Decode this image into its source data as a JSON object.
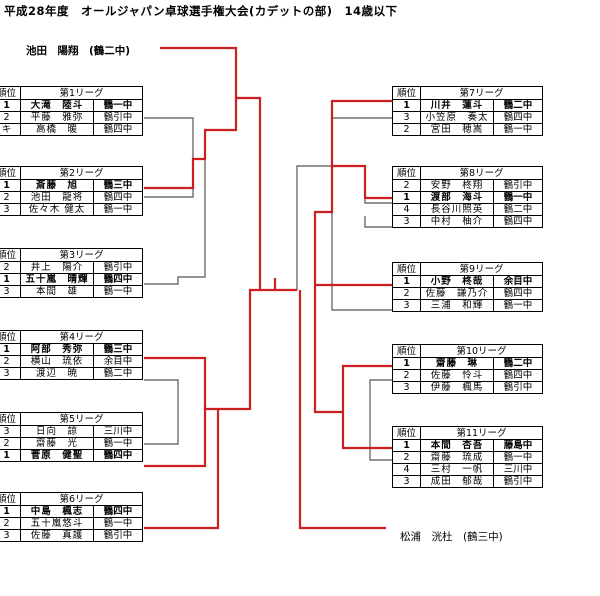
{
  "title": "平成28年度　オールジャパン卓球選手権大会(カデットの部)　14歳以下",
  "seeds": {
    "top_left": "池田　陽翔　(鶴二中)",
    "bottom_right": "松浦　洸杜　(鶴三中)"
  },
  "rank_header": "順位",
  "leagues": [
    {
      "name": "第1リーグ",
      "rows": [
        {
          "rank": "1",
          "name": "大滝　陸斗",
          "school": "鶴一中"
        },
        {
          "rank": "2",
          "name": "平藤　雅弥",
          "school": "鶴引中"
        },
        {
          "rank": "キ",
          "name": "高橋　暖",
          "school": "鶴四中"
        }
      ]
    },
    {
      "name": "第2リーグ",
      "rows": [
        {
          "rank": "1",
          "name": "斎藤　旭",
          "school": "鶴三中"
        },
        {
          "rank": "2",
          "name": "池田　龍将",
          "school": "鶴四中"
        },
        {
          "rank": "3",
          "name": "佐々木 健太",
          "school": "鶴一中"
        }
      ]
    },
    {
      "name": "第3リーグ",
      "rows": [
        {
          "rank": "2",
          "name": "井上　陽介",
          "school": "鶴引中"
        },
        {
          "rank": "1",
          "name": "五十嵐　晴輝",
          "school": "鶴四中"
        },
        {
          "rank": "3",
          "name": "本間　雄",
          "school": "鶴一中"
        }
      ]
    },
    {
      "name": "第4リーグ",
      "rows": [
        {
          "rank": "1",
          "name": "阿部　秀弥",
          "school": "鶴三中"
        },
        {
          "rank": "2",
          "name": "横山　琉依",
          "school": "余目中"
        },
        {
          "rank": "3",
          "name": "渡辺　暁",
          "school": "鶴二中"
        }
      ]
    },
    {
      "name": "第5リーグ",
      "rows": [
        {
          "rank": "3",
          "name": "日向　諒",
          "school": "三川中"
        },
        {
          "rank": "2",
          "name": "齋藤　光",
          "school": "鶴一中"
        },
        {
          "rank": "1",
          "name": "菅原　健聖",
          "school": "鶴四中"
        }
      ]
    },
    {
      "name": "第6リーグ",
      "rows": [
        {
          "rank": "1",
          "name": "中島　楓志",
          "school": "鶴四中"
        },
        {
          "rank": "2",
          "name": "五十嵐悠斗",
          "school": "鶴一中"
        },
        {
          "rank": "3",
          "name": "佐藤　真護",
          "school": "鶴引中"
        }
      ]
    },
    {
      "name": "第7リーグ",
      "rows": [
        {
          "rank": "1",
          "name": "川井　蓮斗",
          "school": "鶴二中"
        },
        {
          "rank": "3",
          "name": "小笠原　奏太",
          "school": "鶴四中"
        },
        {
          "rank": "2",
          "name": "宮田　穂嵩",
          "school": "鶴一中"
        }
      ]
    },
    {
      "name": "第8リーグ",
      "rows": [
        {
          "rank": "2",
          "name": "安野　柊翔",
          "school": "鶴引中"
        },
        {
          "rank": "1",
          "name": "渡部　海斗",
          "school": "鶴一中"
        },
        {
          "rank": "4",
          "name": "長谷川照英",
          "school": "鶴二中"
        },
        {
          "rank": "3",
          "name": "中村　柚介",
          "school": "鶴四中"
        }
      ]
    },
    {
      "name": "第9リーグ",
      "rows": [
        {
          "rank": "1",
          "name": "小野　柊哉",
          "school": "余目中"
        },
        {
          "rank": "2",
          "name": "佐藤　謙乃介",
          "school": "鶴四中"
        },
        {
          "rank": "3",
          "name": "三浦　和輝",
          "school": "鶴一中"
        }
      ]
    },
    {
      "name": "第10リーグ",
      "rows": [
        {
          "rank": "1",
          "name": "齋藤　琳",
          "school": "鶴二中"
        },
        {
          "rank": "2",
          "name": "佐藤　怜斗",
          "school": "鶴四中"
        },
        {
          "rank": "3",
          "name": "伊藤　楓馬",
          "school": "鶴引中"
        }
      ]
    },
    {
      "name": "第11リーグ",
      "rows": [
        {
          "rank": "1",
          "name": "本間　杏吾",
          "school": "藤島中"
        },
        {
          "rank": "2",
          "name": "齋藤　琉成",
          "school": "鶴一中"
        },
        {
          "rank": "4",
          "name": "三村　一帆",
          "school": "三川中"
        },
        {
          "rank": "3",
          "name": "成田　郁哉",
          "school": "鶴引中"
        }
      ]
    }
  ],
  "colors": {
    "bracket_red": "#cc1f1f",
    "bracket_gray": "#555555"
  }
}
